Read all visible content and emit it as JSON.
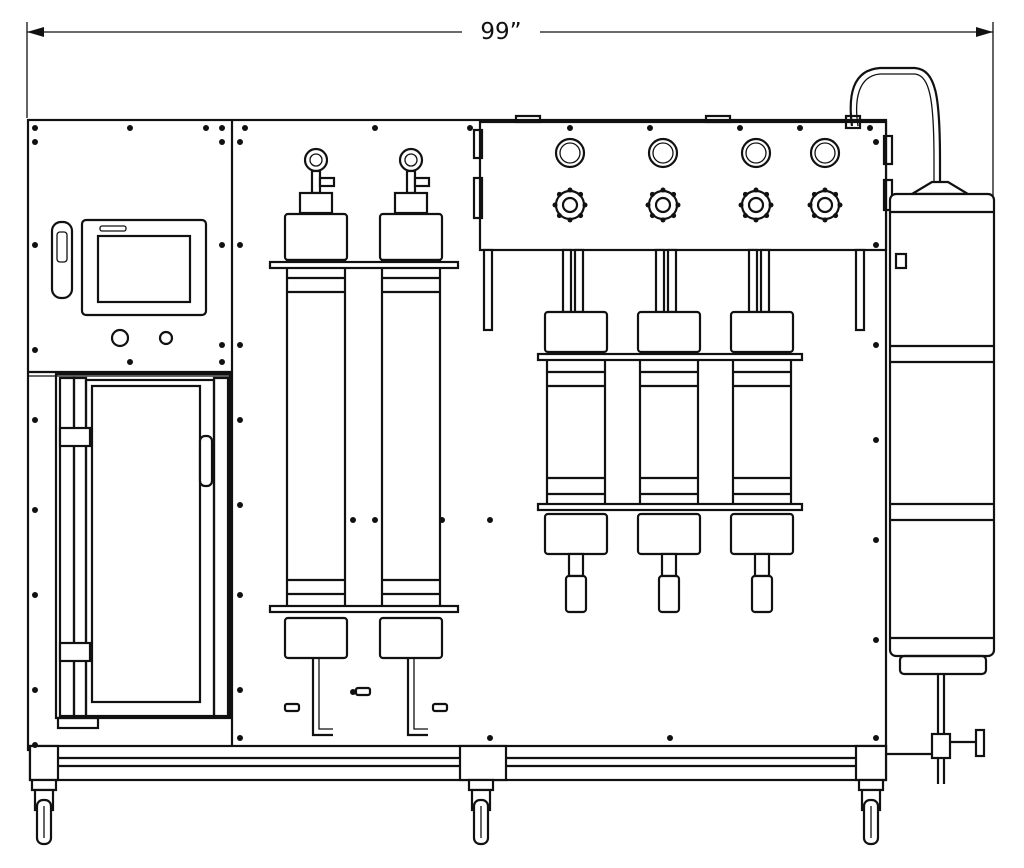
{
  "dimension": {
    "overall_width_label": "99”"
  },
  "components": {
    "tall_filter_count": 2,
    "cartridge_count": 3,
    "gauge_count": 4,
    "valve_count": 4
  }
}
